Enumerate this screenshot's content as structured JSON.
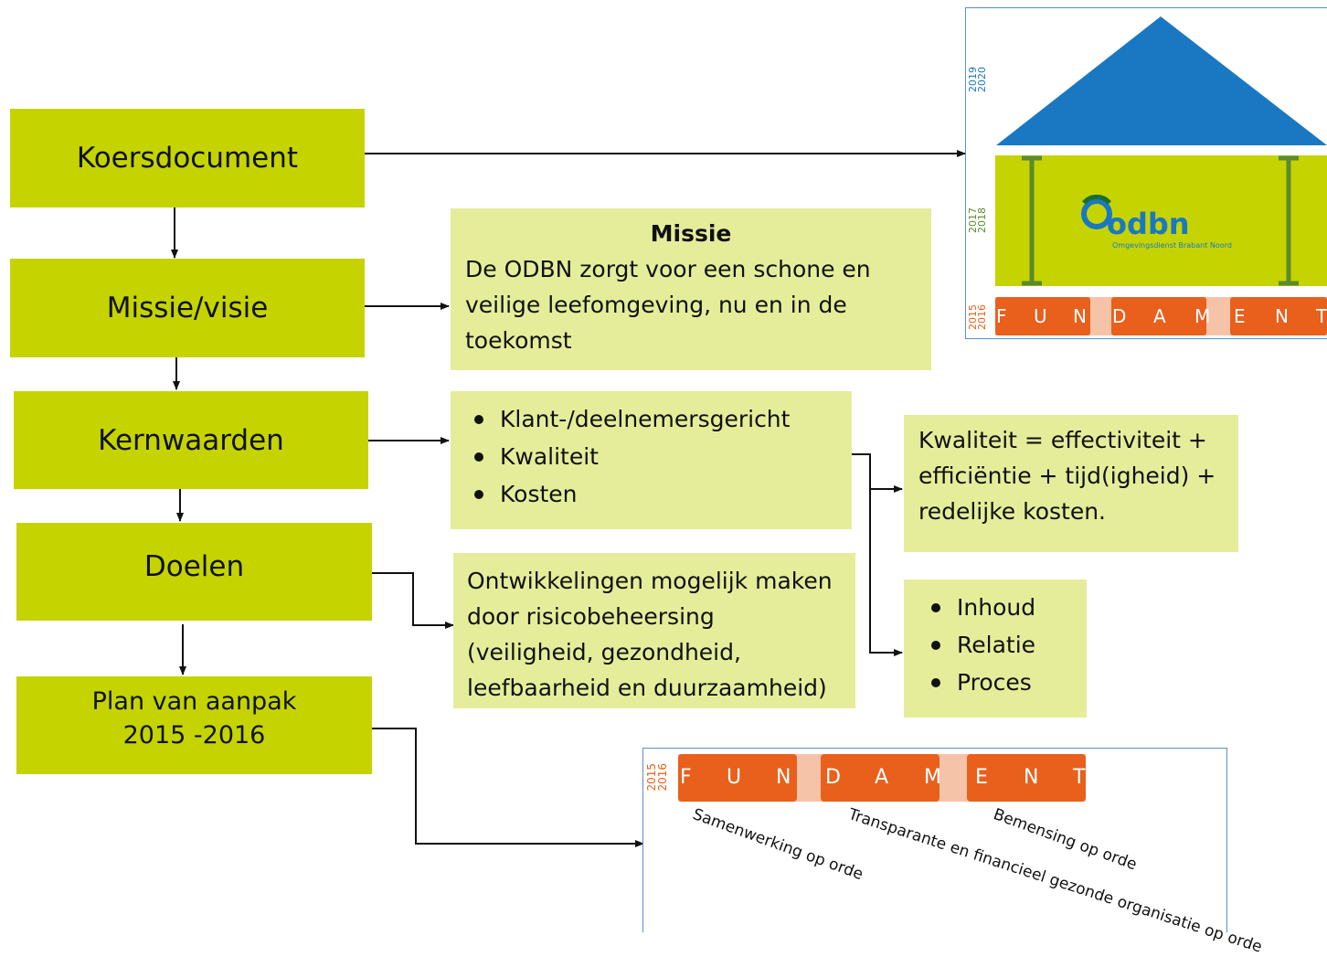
{
  "flow": {
    "koers": "Koersdocument",
    "missievisie": "Missie/visie",
    "kernwaarden": "Kernwaarden",
    "doelen": "Doelen",
    "plan_line1": "Plan van aanpak",
    "plan_line2": "2015 -2016"
  },
  "missie": {
    "title": "Missie",
    "text": "De ODBN zorgt voor een schone en veilige leefomgeving, nu en in de toekomst"
  },
  "kernwaarden": [
    "Klant-/deelnemersgericht",
    "Kwaliteit",
    "Kosten"
  ],
  "kwaliteit_def": "Kwaliteit = effectiviteit + efficiëntie + tijd(igheid) + redelijke kosten.",
  "kwaliteit_aspects": [
    "Inhoud",
    "Relatie",
    "Proces"
  ],
  "doelen_text": "Ontwikkelingen mogelijk maken door risicobeheersing (veiligheid, gezondheid, leefbaarheid en duurzaamheid)",
  "house": {
    "years_roof": [
      "2019",
      "2020"
    ],
    "years_wall": [
      "2017",
      "2018"
    ],
    "years_base": [
      "2015",
      "2016"
    ],
    "logo_text": "odbn",
    "logo_subtitle": "Omgevingsdienst Brabant Noord",
    "fundament_letters": [
      "F",
      "U",
      "N",
      "D",
      "A",
      "M",
      "E",
      "N",
      "T"
    ]
  },
  "foundation": {
    "years": [
      "2015",
      "2016"
    ],
    "letters": [
      "F",
      "U",
      "N",
      "D",
      "A",
      "M",
      "E",
      "N",
      "T"
    ],
    "labels": [
      "Samenwerking op orde",
      "Transparante en financieel gezonde organisatie op orde",
      "Bemensing op orde"
    ]
  },
  "colors": {
    "green": "#c5d400",
    "pale_green": "#e6ed9a",
    "roof_blue": "#1a78c2",
    "orange": "#e8601c",
    "pale_orange": "#f5c3a8",
    "frame_blue": "#5b8fc8"
  }
}
